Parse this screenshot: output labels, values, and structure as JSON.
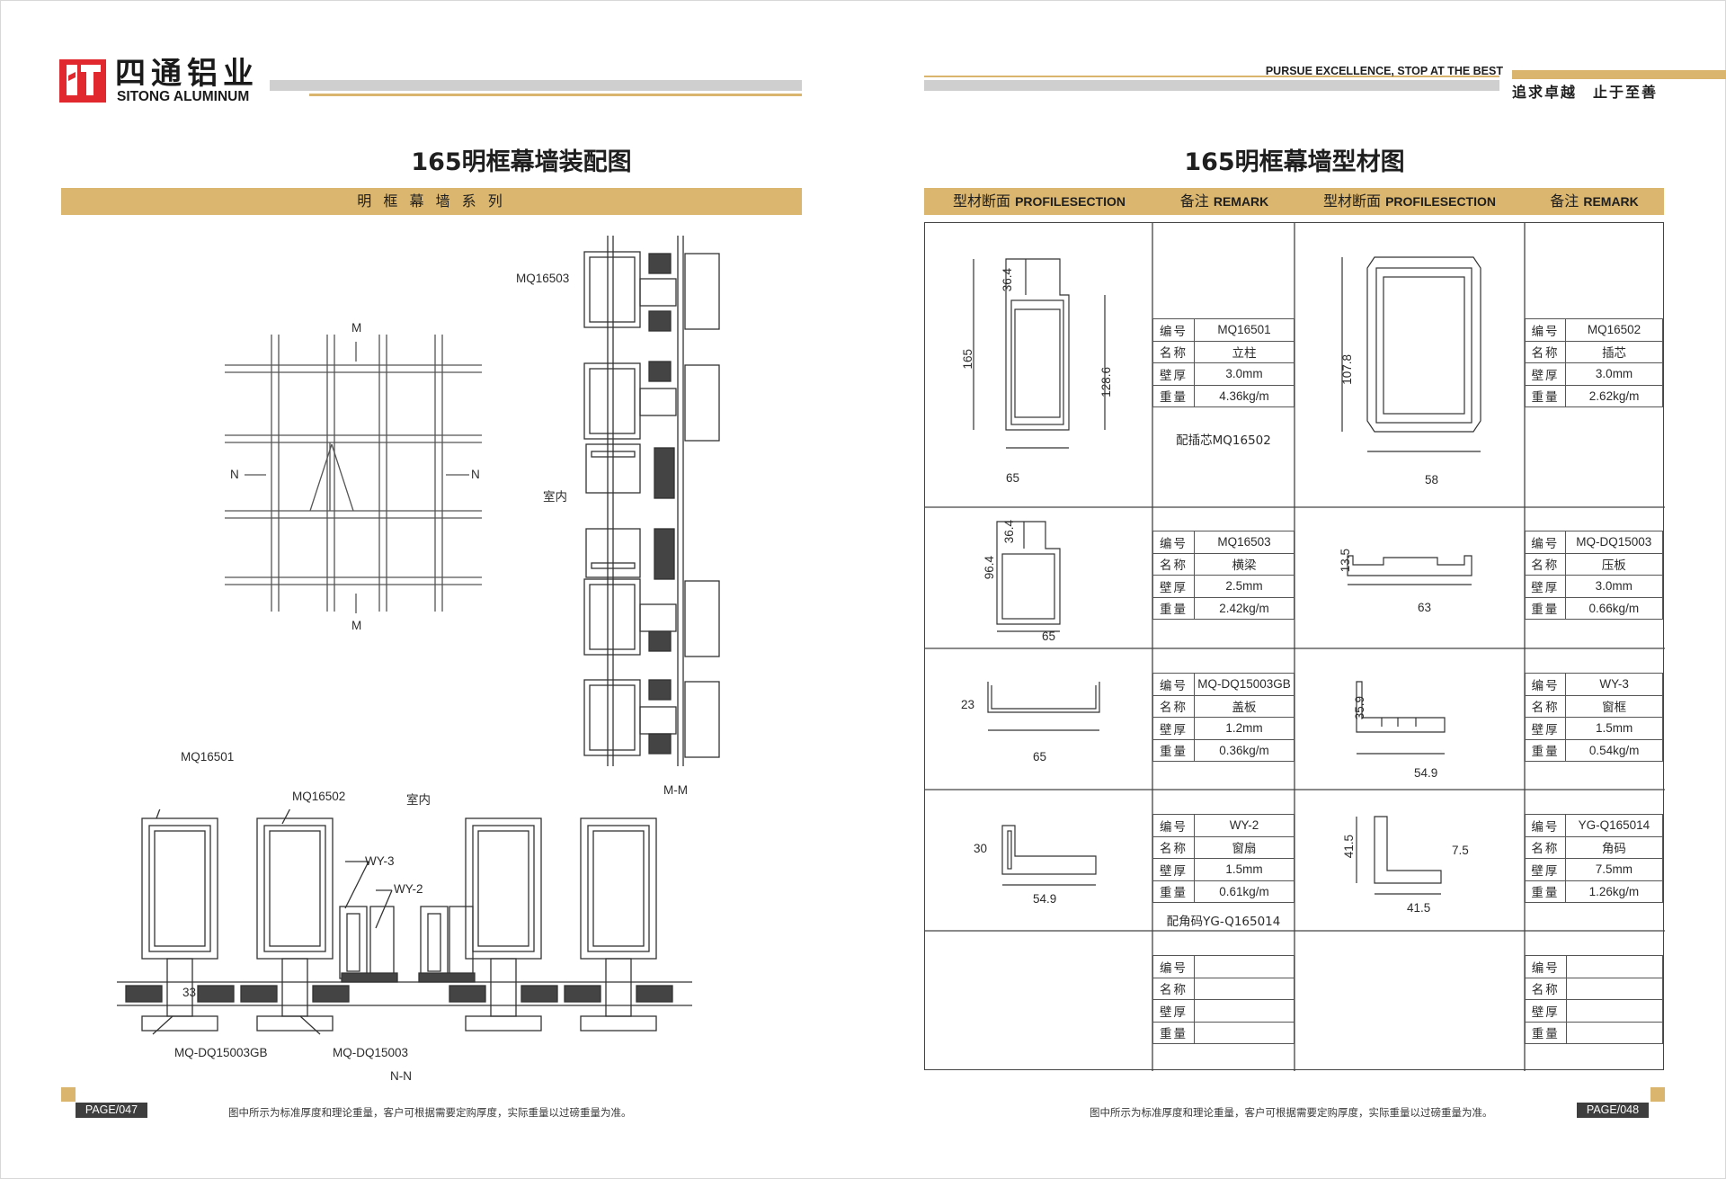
{
  "header": {
    "brand_cn": "四通铝业",
    "brand_en": "SITONG ALUMINUM",
    "slogan_en": "PURSUE EXCELLENCE, STOP AT THE BEST",
    "slogan_cn": "追求卓越　止于至善"
  },
  "left": {
    "title": "165明框幕墙装配图",
    "band": "明 框 幕 墙 系 列",
    "labels": {
      "m_top": "M",
      "m_bottom": "M",
      "n_left": "N",
      "n_right": "N",
      "mq16503": "MQ16503",
      "indoor_1": "室内",
      "mm": "M-M",
      "mq16501": "MQ16501",
      "mq16502": "MQ16502",
      "indoor_2": "室内",
      "wy3": "WY-3",
      "wy2": "WY-2",
      "num33": "33",
      "dq003gb": "MQ-DQ15003GB",
      "dq003": "MQ-DQ15003",
      "nn": "N-N"
    },
    "page": "PAGE/047",
    "footnote": "图中所示为标准厚度和理论重量，客户可根据需要定购厚度，实际重量以过磅重量为准。"
  },
  "right": {
    "title": "165明框幕墙型材图",
    "table_header": {
      "section_cn": "型材断面",
      "section_en": "PROFILESECTION",
      "remark_cn": "备注",
      "remark_en": "REMARK"
    },
    "keys": [
      "编号",
      "名称",
      "壁厚",
      "重量"
    ],
    "profiles": [
      {
        "code": "MQ16501",
        "name": "立柱",
        "thickness": "3.0mm",
        "weight": "4.36kg/m",
        "remark": "配插芯MQ16502",
        "dims": [
          "36.4",
          "165",
          "128.6",
          "65"
        ]
      },
      {
        "code": "MQ16502",
        "name": "插芯",
        "thickness": "3.0mm",
        "weight": "2.62kg/m",
        "remark": "",
        "dims": [
          "107.8",
          "58"
        ]
      },
      {
        "code": "MQ16503",
        "name": "横梁",
        "thickness": "2.5mm",
        "weight": "2.42kg/m",
        "remark": "",
        "dims": [
          "36.4",
          "96.4",
          "65"
        ]
      },
      {
        "code": "MQ-DQ15003",
        "name": "压板",
        "thickness": "3.0mm",
        "weight": "0.66kg/m",
        "remark": "",
        "dims": [
          "13.5",
          "63"
        ]
      },
      {
        "code": "MQ-DQ15003GB",
        "name": "盖板",
        "thickness": "1.2mm",
        "weight": "0.36kg/m",
        "remark": "",
        "dims": [
          "23",
          "65"
        ]
      },
      {
        "code": "WY-3",
        "name": "窗框",
        "thickness": "1.5mm",
        "weight": "0.54kg/m",
        "remark": "",
        "dims": [
          "35.9",
          "54.9"
        ]
      },
      {
        "code": "WY-2",
        "name": "窗扇",
        "thickness": "1.5mm",
        "weight": "0.61kg/m",
        "remark": "配角码YG-Q165014",
        "dims": [
          "30",
          "54.9"
        ]
      },
      {
        "code": "YG-Q165014",
        "name": "角码",
        "thickness": "7.5mm",
        "weight": "1.26kg/m",
        "remark": "",
        "dims": [
          "41.5",
          "7.5",
          "41.5"
        ]
      }
    ],
    "page": "PAGE/048",
    "footnote": "图中所示为标准厚度和理论重量，客户可根据需要定购厚度，实际重量以过磅重量为准。"
  }
}
